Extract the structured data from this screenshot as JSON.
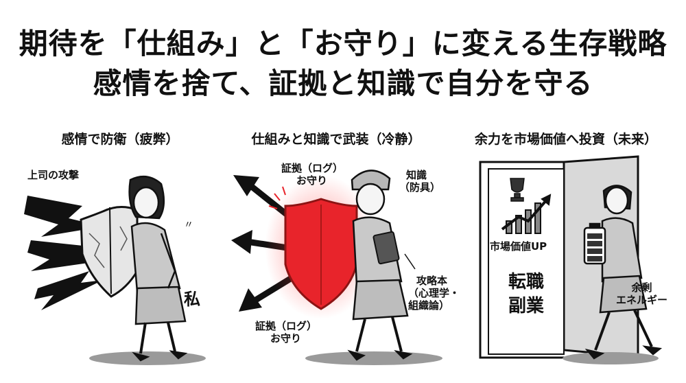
{
  "title": {
    "line1": "期待を「仕組み」と「お守り」に変える生存戦略",
    "line2": "感情を捨て、証拠と知識で自分を守る"
  },
  "panels": [
    {
      "heading": "感情で防衛（疲弊）",
      "labels": {
        "attack": "上司の攻撃",
        "self": "私"
      }
    },
    {
      "heading": "仕組みと知識で武装（冷静）",
      "labels": {
        "evidence_top": [
          "証拠（ログ）",
          "お守り"
        ],
        "knowledge": [
          "知識",
          "（防具）"
        ],
        "book": [
          "攻略本",
          "（心理学・",
          "組織論）"
        ],
        "evidence_bottom": [
          "証拠（ログ）",
          "お守り"
        ]
      }
    },
    {
      "heading": "余力を市場価値へ投資（未来）",
      "labels": {
        "market": "市場価値UP",
        "career": [
          "転職",
          "副業"
        ],
        "energy": [
          "余剰",
          "エネルギー"
        ]
      }
    }
  ],
  "colors": {
    "shield_red": "#e8242b",
    "ink": "#111111",
    "gray": "#bdbdbd"
  }
}
